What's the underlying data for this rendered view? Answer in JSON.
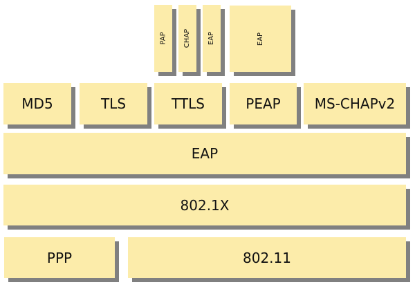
{
  "top_row": [
    "PAP",
    "CHAP",
    "EAP",
    "EAP"
  ],
  "methods": [
    "MD5",
    "TLS",
    "TTLS",
    "PEAP",
    "MS-CHAPv2"
  ],
  "eap_layer": "EAP",
  "auth_layer": "802.1X",
  "link_layer": [
    "PPP",
    "802.11"
  ],
  "colors": {
    "box_fill": "#fcecaa",
    "shadow": "#808080"
  }
}
